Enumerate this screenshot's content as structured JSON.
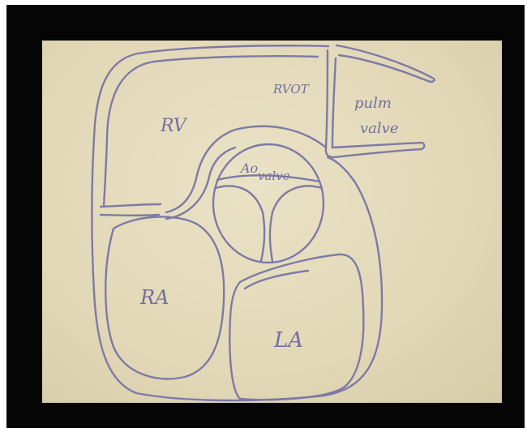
{
  "diagram": {
    "labels": {
      "rv": "RV",
      "rvot": "RVOT",
      "pulm_line1": "pulm",
      "pulm_line2": "valve",
      "ao_line1": "Ao",
      "ao_line2": "valve",
      "ra": "RA",
      "la": "LA"
    },
    "colors": {
      "ink": "#7d7aa6",
      "paper": "#e4dab9",
      "frame": "#050505"
    }
  }
}
